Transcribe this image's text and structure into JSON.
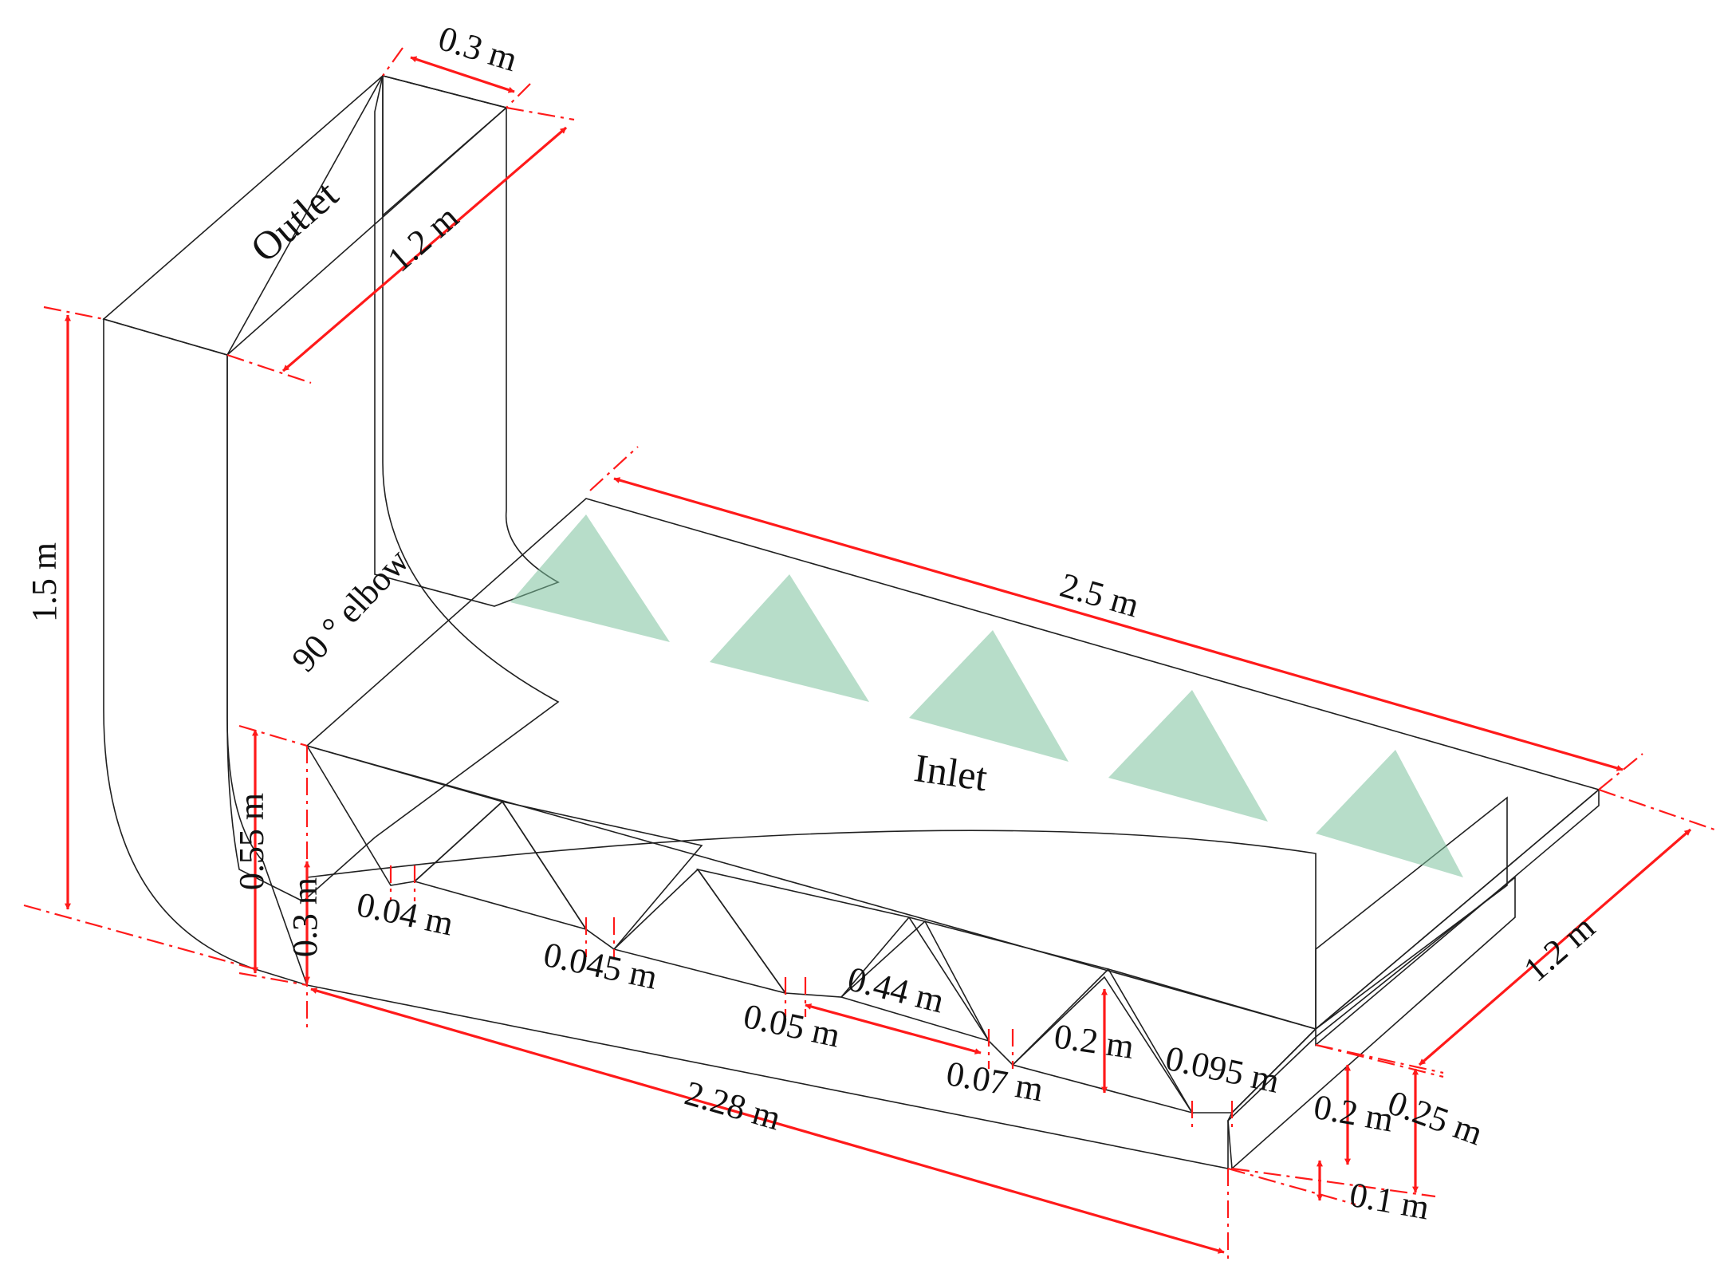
{
  "regions": {
    "outlet": "Outlet",
    "inlet": "Inlet",
    "elbow": "90 ° elbow"
  },
  "dimensions": {
    "outlet_width": "0.3 m",
    "outlet_depth": "1.2 m",
    "riser_height": "1.5 m",
    "inlet_length": "2.5 m",
    "inlet_depth": "1.2 m",
    "left_height": "0.55 m",
    "left_step_height": "0.3 m",
    "bottom_length": "2.28 m",
    "gap_1": "0.04 m",
    "gap_2": "0.045 m",
    "gap_3": "0.05 m",
    "gap_4": "0.07 m",
    "gap_5": "0.095 m",
    "baffle_pitch": "0.44 m",
    "baffle_height": "0.2 m",
    "right_height_1": "0.2 m",
    "right_height_2": "0.25 m",
    "right_step": "0.1 m"
  },
  "colors": {
    "outlet": "#d89a78",
    "outlet_inner": "#8b4a2a",
    "inlet": "#4f9f78",
    "body_dark": "#8a8a8a",
    "body_light": "#d6d6d6",
    "dimension": "#ff1a1a"
  }
}
